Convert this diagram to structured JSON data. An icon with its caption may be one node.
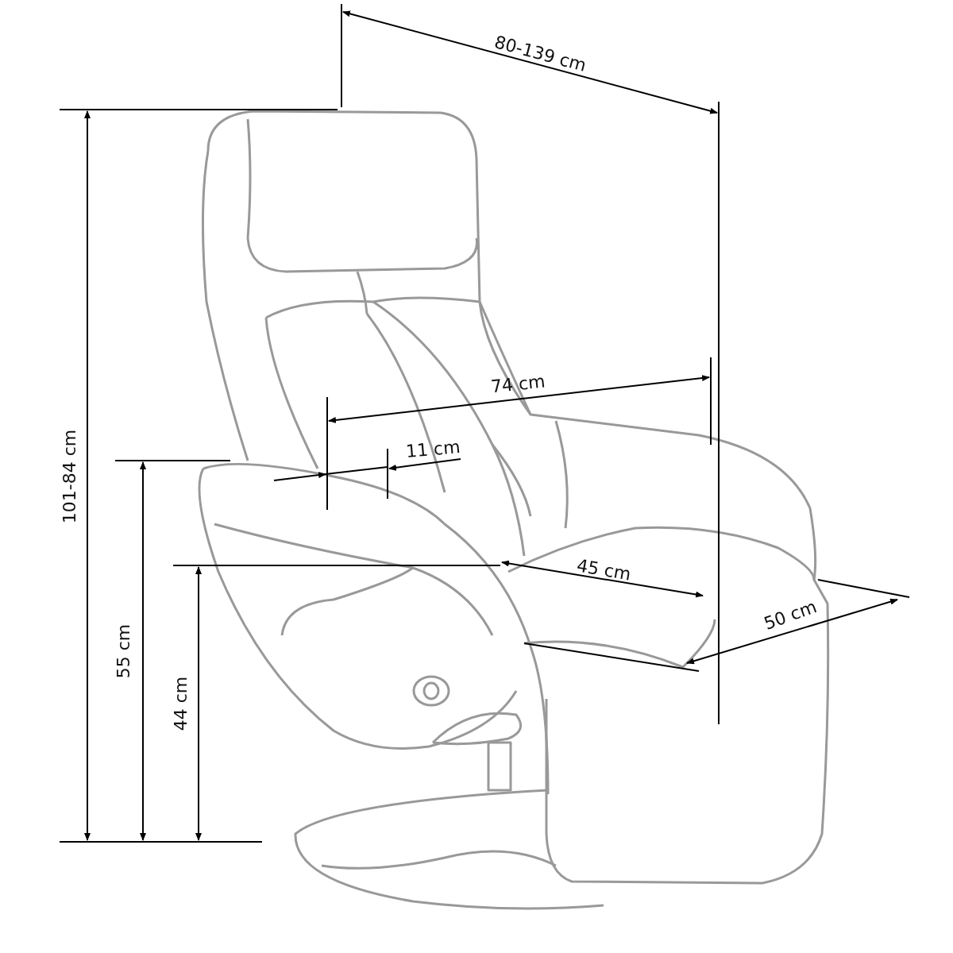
{
  "diagram": {
    "labels": [
      "80-139 cm",
      "101-84 cm",
      "74 cm",
      "11 cm",
      "55 cm",
      "44 cm",
      "45 cm",
      "50 cm"
    ]
  }
}
